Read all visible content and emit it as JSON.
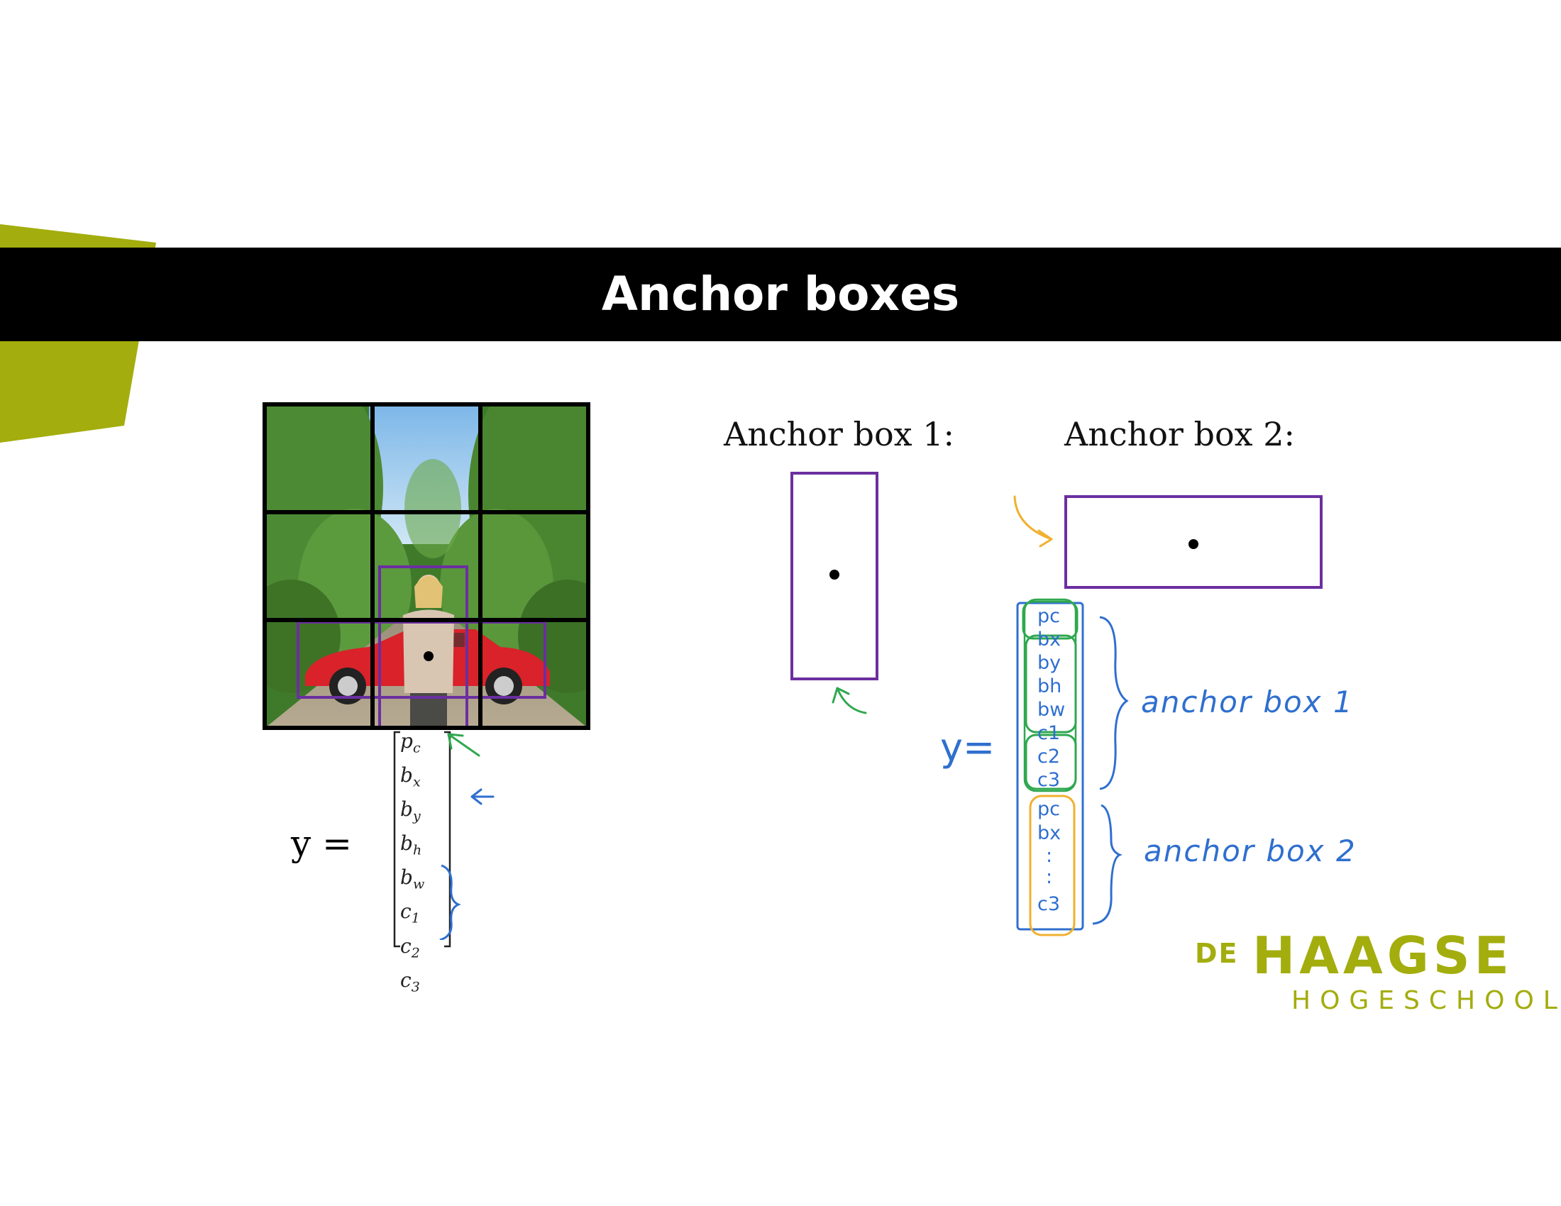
{
  "title": "Anchor boxes",
  "colors": {
    "accent_green": "#a3ad0d",
    "anchor_purple": "#6b2fa0",
    "ink_green": "#2fa84f",
    "ink_blue": "#2f6fcf",
    "ink_orange": "#f0b030"
  },
  "left_vector": {
    "lhs": "y =",
    "entries": [
      "p",
      "b",
      "b",
      "b",
      "b",
      "c",
      "c",
      "c"
    ],
    "subscripts": [
      "c",
      "x",
      "y",
      "h",
      "w",
      "1",
      "2",
      "3"
    ]
  },
  "anchor_box_1": {
    "label": "Anchor box 1:"
  },
  "anchor_box_2": {
    "label": "Anchor box 2:"
  },
  "handwritten": {
    "y_eq": "y=",
    "group1": [
      "pc",
      "bx",
      "by",
      "bh",
      "bw",
      "c1",
      "c2",
      "c3"
    ],
    "group2": [
      "pc",
      "bx",
      "c3"
    ],
    "dots": ":",
    "brace1_label": "anchor box 1",
    "brace2_label": "anchor box 2"
  },
  "logo": {
    "de": "DE",
    "haagse": "HAAGSE",
    "hogeschool": "HOGESCHOOL"
  }
}
